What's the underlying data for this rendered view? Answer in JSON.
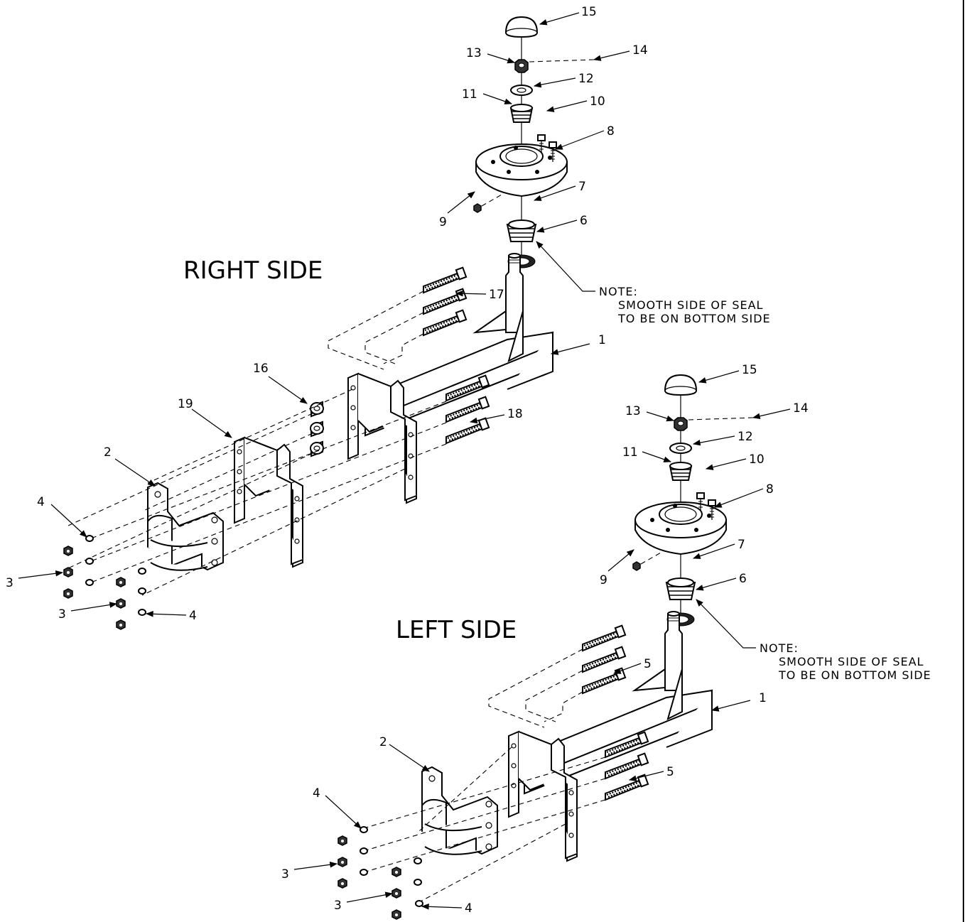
{
  "views": {
    "right": {
      "heading": "RIGHT SIDE",
      "note": [
        "NOTE:",
        "SMOOTH SIDE OF SEAL",
        "TO BE ON BOTTOM SIDE"
      ],
      "callouts": [
        "15",
        "14",
        "13",
        "12",
        "11",
        "10",
        "8",
        "7",
        "9",
        "6",
        "17",
        "1",
        "16",
        "18",
        "19",
        "2",
        "4",
        "3",
        "3",
        "4"
      ]
    },
    "left": {
      "heading": "LEFT SIDE",
      "note": [
        "NOTE:",
        "SMOOTH SIDE OF SEAL",
        "TO BE ON BOTTOM SIDE"
      ],
      "callouts": [
        "15",
        "14",
        "13",
        "12",
        "11",
        "10",
        "8",
        "7",
        "9",
        "6",
        "5",
        "1",
        "5",
        "2",
        "4",
        "3",
        "3",
        "4"
      ]
    }
  }
}
